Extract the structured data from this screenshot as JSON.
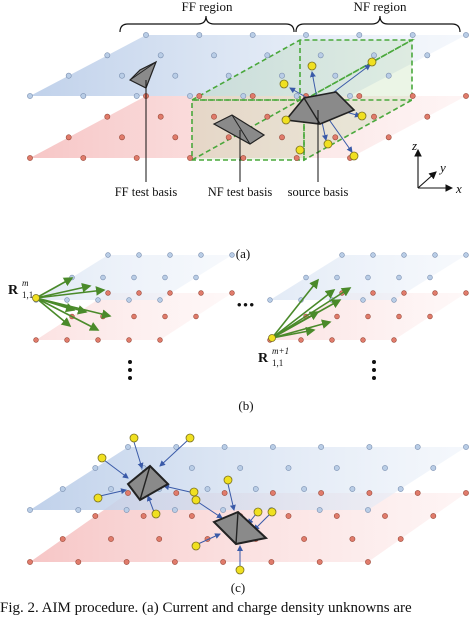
{
  "panel_a": {
    "ff_region_label": "FF region",
    "nf_region_label": "NF region",
    "ff_test_basis_label": "FF test basis",
    "nf_test_basis_label": "NF test basis",
    "source_basis_label": "source basis",
    "axis_z": "z",
    "axis_y": "y",
    "axis_x": "x",
    "sublabel": "(a)"
  },
  "panel_b": {
    "left_vector_base": "R",
    "left_vector_sup": "m",
    "left_vector_sub": "1,1",
    "right_vector_base": "R",
    "right_vector_sup": "m+1",
    "right_vector_sub": "1,1",
    "ellipsis_horizontal": "•••",
    "sublabel": "(b)"
  },
  "panel_c": {
    "sublabel": "(c)"
  },
  "caption": {
    "text": "Fig. 2.    AIM procedure. (a) Current and charge density unknowns are"
  },
  "colors": {
    "plane_top": "#b7c9e6",
    "plane_bottom": "#f4b9b9",
    "grid_node_top": "#b9cde6",
    "grid_node_bottom": "#e07b6b",
    "nf_box": "#4aa83c",
    "basis_fill": "#8a8a8a",
    "basis_node": "#f0e020",
    "projection_arrow": "#3a5aa8",
    "green_arrow": "#4a8a2a"
  }
}
